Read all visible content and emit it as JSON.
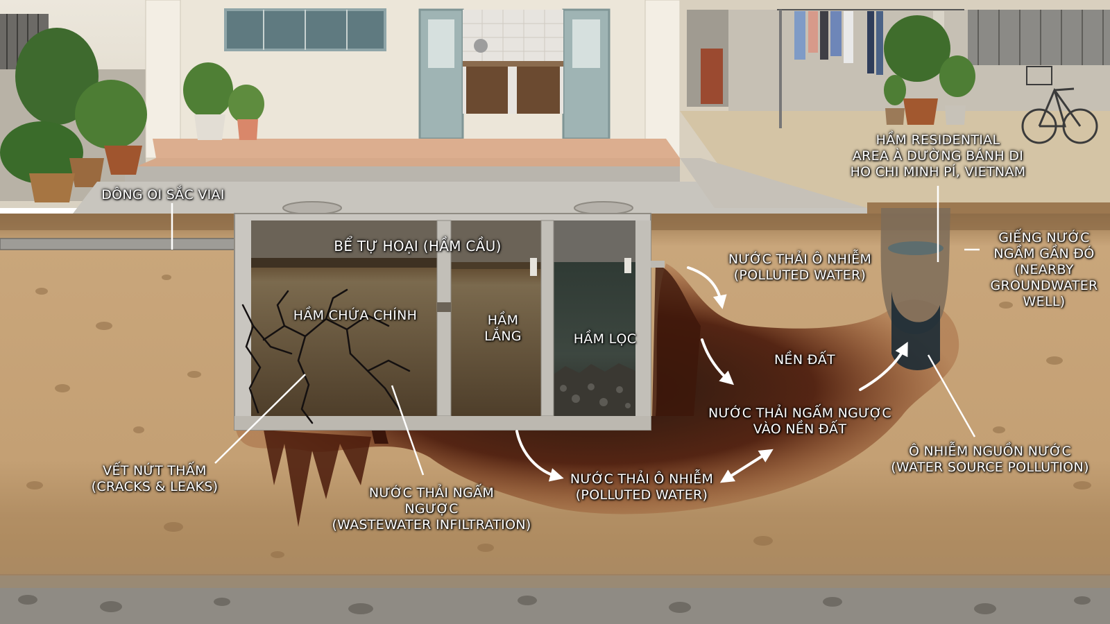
{
  "labels": {
    "drain_pipe": [
      "DÔNG OI SẮC VIAI"
    ],
    "location": [
      "HẦM RESIDENTIAL",
      "AREA À DƯỜNG BÁNH DI",
      "HO CHI MINH PÍ, VIETNAM"
    ],
    "septic_tank": [
      "BỂ TỰ HOẠI (HẦM CẦU)"
    ],
    "main_chamber": [
      "HẦM CHỨA CHÍNH"
    ],
    "settling_chamber": [
      "HẦM",
      "LẮNG"
    ],
    "filter_chamber": [
      "HẦM LỌC"
    ],
    "polluted_water_top": [
      "NƯỚC THẢI Ô NHIỄM",
      "(POLLUTED WATER)"
    ],
    "groundwater_well": [
      "GIẾNG NƯỚC",
      "NGẦM GẦN ĐÓ",
      "(NEARBY",
      "GROUNDWATER",
      "WELL)"
    ],
    "soil": [
      "NỀN ĐẤT"
    ],
    "seepage_soil": [
      "NƯỚC THẢI NGẤM NGƯỢC",
      "VÀO NỀN ĐẤT"
    ],
    "cracks": [
      "VẾT NỨT THẤM",
      "(CRACKS & LEAKS)"
    ],
    "infiltration": [
      "NƯỚC THẢI NGẤM",
      "NGƯỢC",
      "(WASTEWATER INFILTRATION)"
    ],
    "polluted_water_bottom": [
      "NƯỚC THẢI Ô NHIỄM",
      "(POLLUTED WATER)"
    ],
    "water_source_pollution": [
      "Ô NHIỄM NGUỒN NƯỚC",
      "(WATER SOURCE POLLUTION)"
    ]
  },
  "colors": {
    "soil": "#c7a47a",
    "soil_dark": "#8d6a45",
    "concrete": "#c9c6c0",
    "sewage": "#4a3320",
    "contamination": "#5a1e0c",
    "sky_wall": "#e9e3d6"
  }
}
